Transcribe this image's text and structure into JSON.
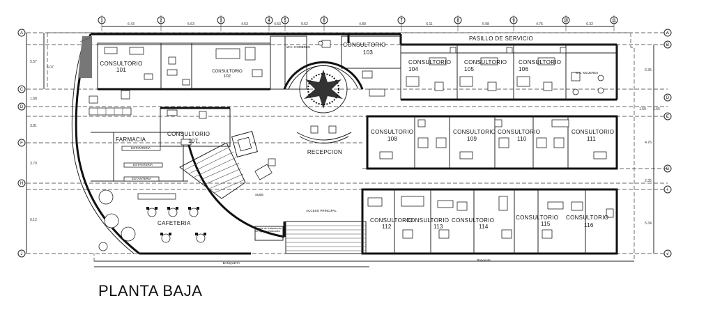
{
  "title": "PLANTA BAJA",
  "rooms": {
    "c101": {
      "name": "CONSULTORIO",
      "number": "101"
    },
    "c102": {
      "name": "CONSULTORIO",
      "number": "102"
    },
    "c103": {
      "name": "CONSULTORIO",
      "number": "103"
    },
    "c104": {
      "name": "CONSULTORIO",
      "number": "104"
    },
    "c105": {
      "name": "CONSULTORIO",
      "number": "105"
    },
    "c106": {
      "name": "CONSULTORIO",
      "number": "106"
    },
    "c107": {
      "name": "CONSULTORIO",
      "number": "107"
    },
    "c108": {
      "name": "CONSULTORIO",
      "number": "108"
    },
    "c109": {
      "name": "CONSULTORIO",
      "number": "109"
    },
    "c110": {
      "name": "CONSULTORIO",
      "number": "110"
    },
    "c111": {
      "name": "CONSULTORIO",
      "number": "111"
    },
    "c112": {
      "name": "CONSULTORIO",
      "number": "112"
    },
    "c113": {
      "name": "CONSULTORIO",
      "number": "113"
    },
    "c114": {
      "name": "CONSULTORIO",
      "number": "114"
    },
    "c115": {
      "name": "CONSULTORIO",
      "number": "115"
    },
    "c116": {
      "name": "CONSULTORIO",
      "number": "116"
    }
  },
  "labels": {
    "farmacia": "FARMACIA",
    "estanteria": "ESTANTERIA",
    "cafeteria": "CAFETERIA",
    "recepcion": "RECEPCION",
    "pasillo": "PASILLO DE SERVICIO",
    "wc_hombres": "W.C. HOMBRES",
    "wc_mujeres": "W.C. MUJERES",
    "acceso": "ACCESO PRINCIPAL",
    "planta_tratamiento": "Planta de tratamiento de aguas residuales",
    "banqueta": "BANQUETA",
    "banqueta2": "Banqueta",
    "sube": "SUBE"
  },
  "axes_top": [
    "1",
    "2",
    "3",
    "4",
    "5",
    "6",
    "7",
    "8",
    "9",
    "10",
    "11"
  ],
  "axes_side": [
    "A",
    "B",
    "C",
    "D",
    "E",
    "F",
    "G",
    "H",
    "I",
    "J"
  ],
  "dims_top": [
    "6.43",
    "5.63",
    "4.53",
    "4.53",
    "5.52",
    "4.89",
    "6.11",
    "5.98",
    "4.75",
    "6.32"
  ],
  "dims_left": [
    "5.57",
    "6.07",
    "1.68",
    "3.81",
    "3.70",
    "6.12"
  ],
  "dims_right": [
    "6.35",
    "1.50",
    "1.65",
    "4.76",
    "2.35",
    "5.34"
  ]
}
